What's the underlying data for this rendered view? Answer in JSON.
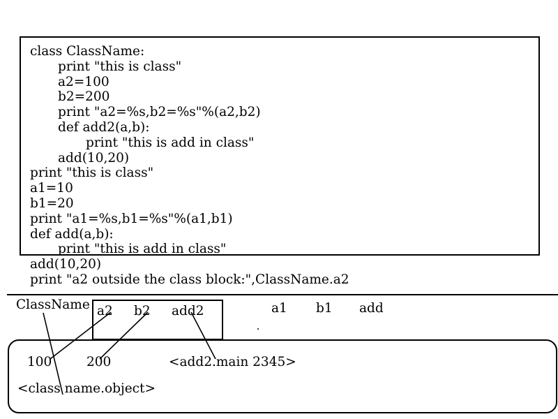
{
  "code": {
    "lines": [
      {
        "text": "class ClassName:",
        "indent": 0
      },
      {
        "text": "print \"this is class\"",
        "indent": 1
      },
      {
        "text": "a2=100",
        "indent": 1
      },
      {
        "text": "b2=200",
        "indent": 1
      },
      {
        "text": "print \"a2=%s,b2=%s\"%(a2,b2)",
        "indent": 1
      },
      {
        "text": "def add2(a,b):",
        "indent": 1
      },
      {
        "text": "print \"this is add in class\"",
        "indent": 2
      },
      {
        "text": "add(10,20)",
        "indent": 1
      },
      {
        "text": "print \"this is class\"",
        "indent": 0
      },
      {
        "text": "a1=10",
        "indent": 0
      },
      {
        "text": "b1=20",
        "indent": 0
      },
      {
        "text": "print \"a1=%s,b1=%s\"%(a1,b1)",
        "indent": 0
      },
      {
        "text": "def add(a,b):",
        "indent": 0
      },
      {
        "text": "print \"this is add in class\"",
        "indent": 1
      },
      {
        "text": "add(10,20)",
        "indent": 0
      },
      {
        "text": "print \"a2 outside the class block:\",ClassName.a2",
        "indent": 0
      }
    ]
  },
  "diagram": {
    "class_name": "ClassName",
    "class_members": [
      "a2",
      "b2",
      "add2"
    ],
    "globals": [
      "a1",
      "b1",
      "add"
    ],
    "objects": {
      "value_100": "100",
      "value_200": "200",
      "function_obj": "<add2.main 2345>",
      "class_obj": "<class name.object>"
    }
  }
}
